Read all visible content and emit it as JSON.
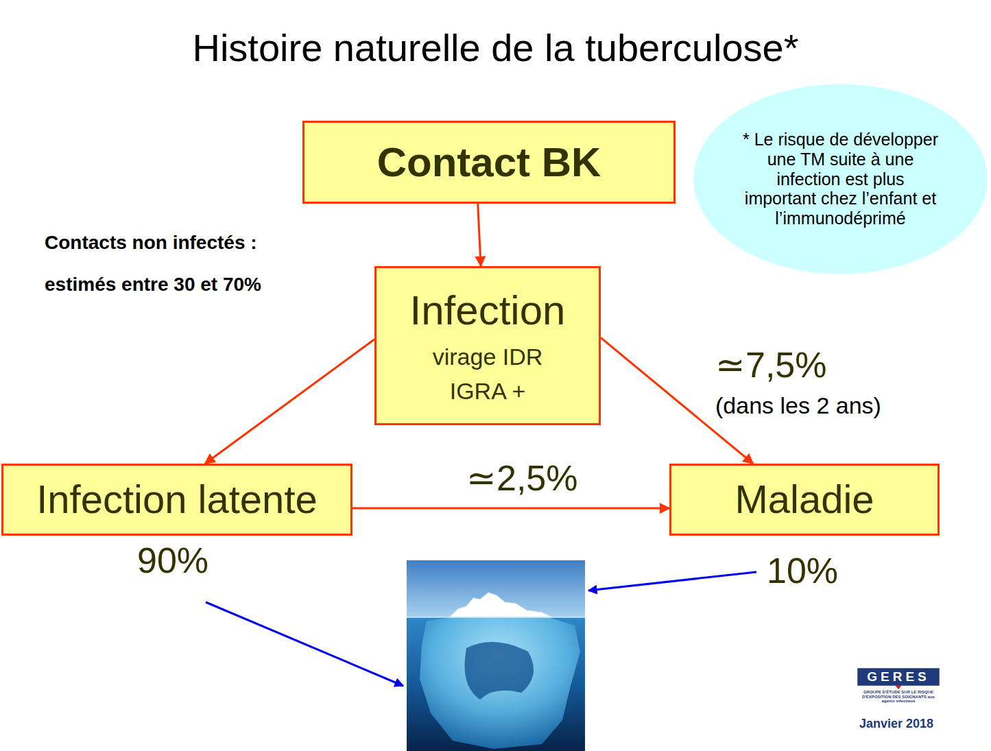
{
  "diagram": {
    "title": "Histoire naturelle de la tuberculose*",
    "nodes": [
      {
        "text": [
          "Contact BK"
        ]
      },
      {
        "text": [
          "Infection",
          "virage IDR",
          "IGRA +"
        ]
      },
      {
        "text": [
          "Infection latente"
        ]
      },
      {
        "text": [
          "Maladie"
        ]
      },
      {
        "text": [
          "* Le risque de développer une TM suite à une infection est plus important chez l’enfant et l’immunodéprimé"
        ]
      }
    ],
    "edges": [
      {
        "from": 0,
        "to": 1,
        "arrow": "to"
      },
      {
        "from": 1,
        "to": 3,
        "label": "≃7,5%",
        "arrow": "to"
      },
      {
        "from": 1,
        "to": 2,
        "arrow": "to"
      },
      {
        "from": 2,
        "to": 3,
        "label": "≃2,5%",
        "arrow": "to"
      }
    ],
    "labels": [
      "Contacts non infectés :",
      "estimés entre 30 et 70%",
      "(dans les 2 ans)",
      "90%",
      "10%",
      "GERES",
      "GROUPE D'ÉTUDE SUR LE RISQUE D'EXPOSITION DES SOIGNANTS aux agents infectieux",
      "Janvier 2018"
    ]
  }
}
